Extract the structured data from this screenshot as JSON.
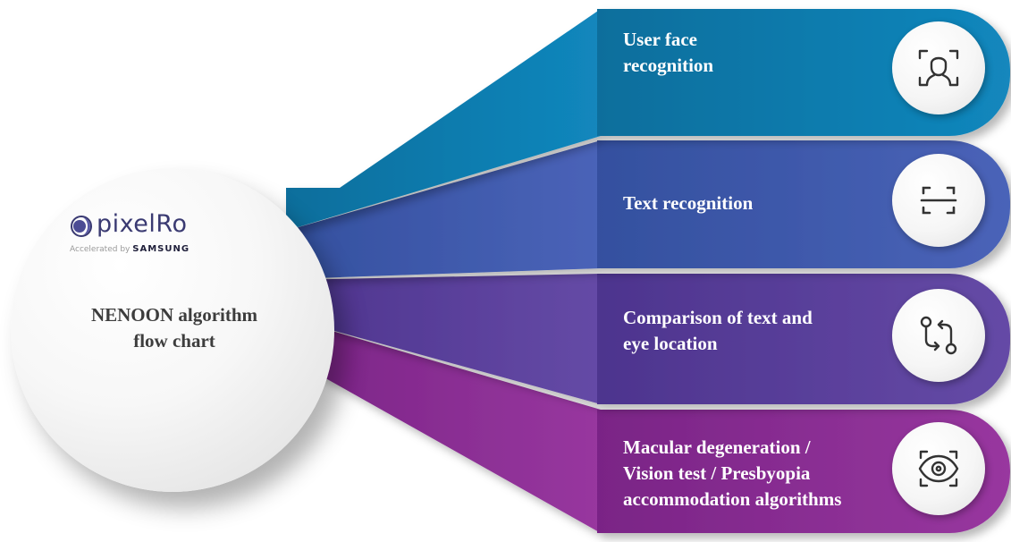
{
  "hub": {
    "logo_name": "pixelRo",
    "logo_tagline": "Accelerated by",
    "logo_brand": "SAMSUNG",
    "title_line1": "NENOON algorithm",
    "title_line2": "flow chart"
  },
  "steps": [
    {
      "line1": "User face",
      "line2": "recognition",
      "line3": "",
      "icon": "face-scan-icon",
      "color": "#0c7fb3"
    },
    {
      "line1": "Text recognition",
      "line2": "",
      "line3": "",
      "icon": "scan-frame-icon",
      "color": "#3f5bb1"
    },
    {
      "line1": "Comparison of text and",
      "line2": "eye location",
      "line3": "",
      "icon": "compare-arrows-icon",
      "color": "#5a3f9c"
    },
    {
      "line1": "Macular degeneration /",
      "line2": "Vision test / Presbyopia",
      "line3": "accommodation algorithms",
      "icon": "eye-scan-icon",
      "color": "#8b2f95"
    }
  ],
  "colors": {
    "blue": "#0c7fb3",
    "indigo": "#3f5bb1",
    "violet": "#5a3f9c",
    "purple": "#8b2f95",
    "icon_stroke": "#333333"
  }
}
